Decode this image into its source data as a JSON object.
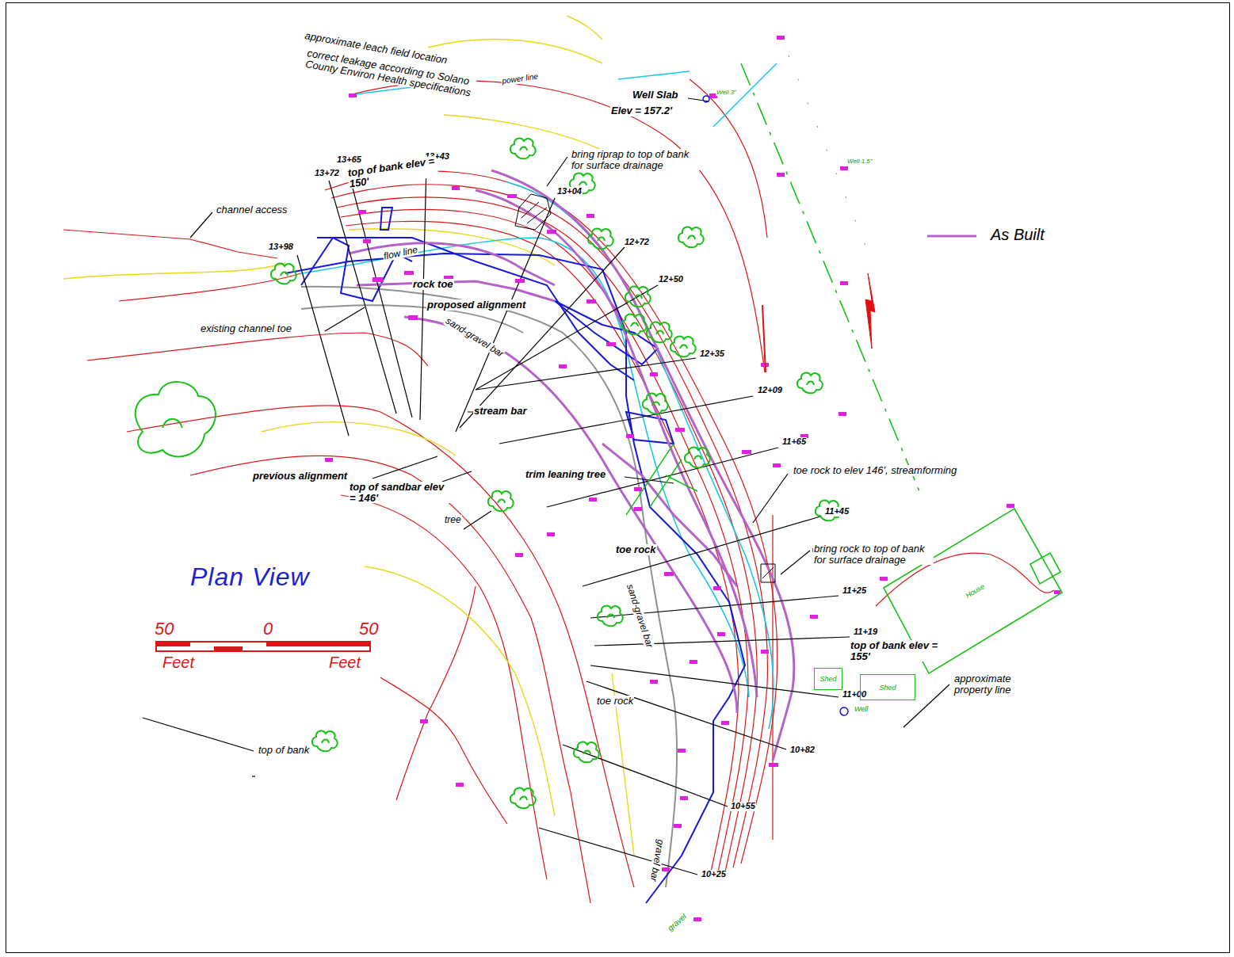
{
  "diagram": {
    "title": "Plan View",
    "nodes": [
      {
        "text": [
          "Shed"
        ]
      },
      {
        "text": [
          "Shed"
        ]
      },
      {
        "text": [
          "House"
        ]
      }
    ],
    "labels": [
      "approximate leach field location",
      "correct leakage according to Solano County Environ Health specifications",
      "power line",
      "Well Slab",
      "Elev = 157.2'",
      "Well 3\"",
      "Well 1.5\"",
      "13+98",
      "13+72",
      "13+65",
      "13+43",
      "13+04",
      "12+72",
      "12+50",
      "12+35",
      "12+09",
      "11+65",
      "11+45",
      "11+25",
      "11+19",
      "11+00",
      "10+82",
      "10+55",
      "10+25",
      "top of bank elev = 150'",
      "bring riprap to top of bank for surface drainage",
      "channel access",
      "flow line",
      "rock toe",
      "proposed alignment",
      "sand-gravel bar",
      "existing channel toe",
      "stream bar",
      "previous alignment",
      "top of sandbar elev = 146'",
      "tree",
      "trim leaning tree",
      "toe rock to elev 146', streamforming",
      "toe rock",
      "bring rock to top of bank for surface drainage",
      "sand-gravel bar",
      "top of bank elev = 155'",
      "approximate property line",
      "Well",
      "toe rock",
      "top of bank",
      "gravel bar",
      "gravel",
      "50",
      "0",
      "50",
      "Feet",
      "Feet"
    ],
    "legend": [
      {
        "text": "As Built"
      }
    ]
  }
}
